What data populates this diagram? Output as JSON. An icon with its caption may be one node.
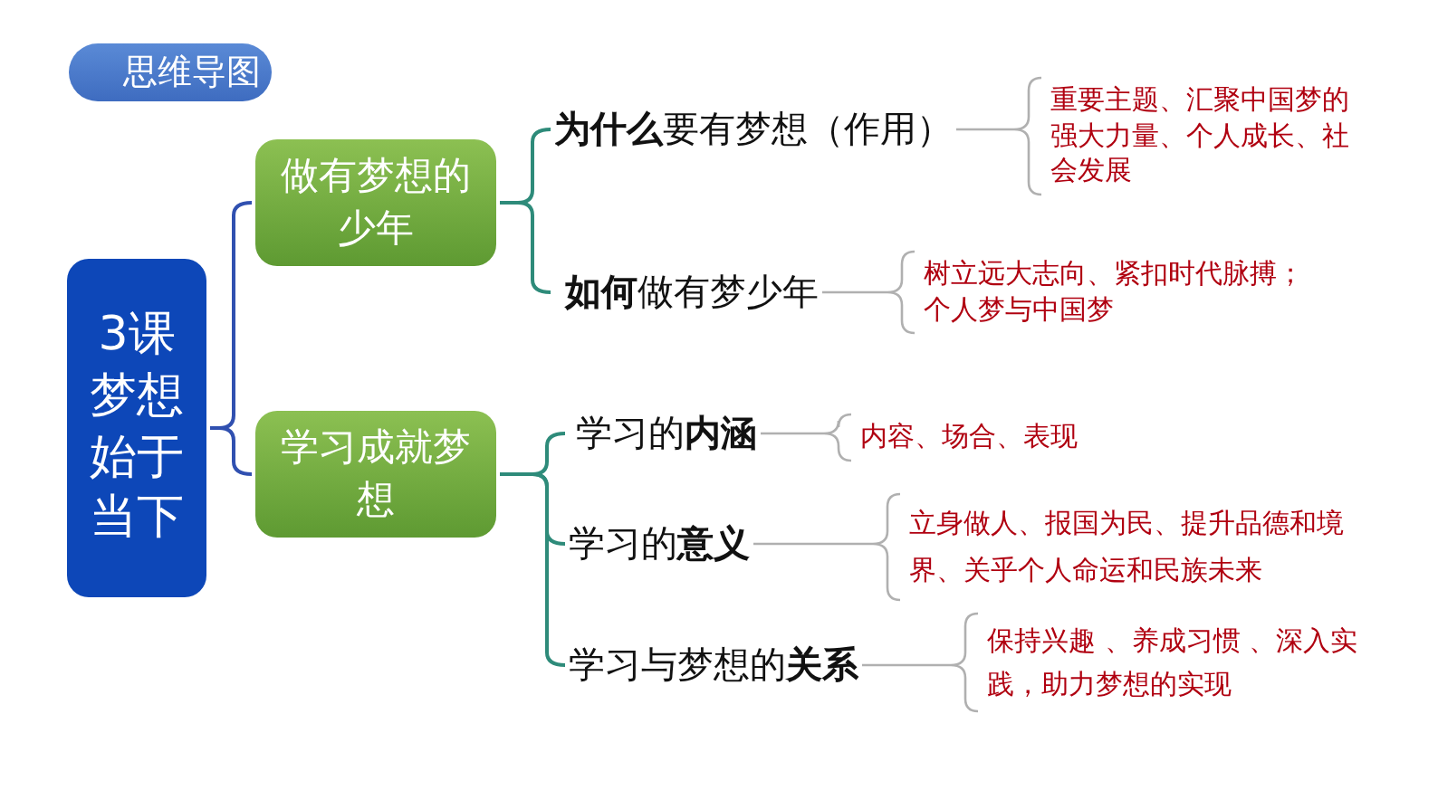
{
  "diagram": {
    "title": "思维导图",
    "nodes": [
      {
        "text": [
          "3课梦想始于当下"
        ]
      },
      {
        "text": [
          "做有梦想的少年"
        ]
      },
      {
        "text": [
          "**为什么**要有梦想（作用）"
        ]
      },
      {
        "text": [
          "重要主题、汇聚中国梦的强大力量、个人成长、社会发展"
        ]
      },
      {
        "text": [
          "**如何**做有梦少年"
        ]
      },
      {
        "text": [
          "树立远大志向、紧扣时代脉搏；个人梦与中国梦"
        ]
      },
      {
        "text": [
          "学习成就梦想"
        ]
      },
      {
        "text": [
          "学习的**内涵**"
        ]
      },
      {
        "text": [
          "内容、场合、表现"
        ]
      },
      {
        "text": [
          "学习的**意义**"
        ]
      },
      {
        "text": [
          "立身做人、报国为民、提升品德和境界、关乎个人命运和民族未来"
        ]
      },
      {
        "text": [
          "学习与梦想的**关系**"
        ]
      },
      {
        "text": [
          "保持兴趣 、养成习惯 、深入实践，助力梦想的实现"
        ]
      }
    ],
    "edges": [
      {
        "from": 0,
        "to": 1,
        "arrow": "none",
        "color": "#3050b0"
      },
      {
        "from": 0,
        "to": 6,
        "arrow": "none",
        "color": "#3050b0"
      },
      {
        "from": 1,
        "to": 2,
        "arrow": "none",
        "color": "#2e8b7a"
      },
      {
        "from": 1,
        "to": 4,
        "arrow": "none",
        "color": "#2e8b7a"
      },
      {
        "from": 2,
        "to": 3,
        "arrow": "none",
        "color": "#b0b0b0"
      },
      {
        "from": 4,
        "to": 5,
        "arrow": "none",
        "color": "#b0b0b0"
      },
      {
        "from": 6,
        "to": 7,
        "arrow": "none",
        "color": "#2e8b7a"
      },
      {
        "from": 6,
        "to": 9,
        "arrow": "none",
        "color": "#2e8b7a"
      },
      {
        "from": 6,
        "to": 11,
        "arrow": "none",
        "color": "#2e8b7a"
      },
      {
        "from": 7,
        "to": 8,
        "arrow": "none",
        "color": "#b0b0b0"
      },
      {
        "from": 9,
        "to": 10,
        "arrow": "none",
        "color": "#b0b0b0"
      },
      {
        "from": 11,
        "to": 12,
        "arrow": "none",
        "color": "#b0b0b0"
      }
    ]
  }
}
